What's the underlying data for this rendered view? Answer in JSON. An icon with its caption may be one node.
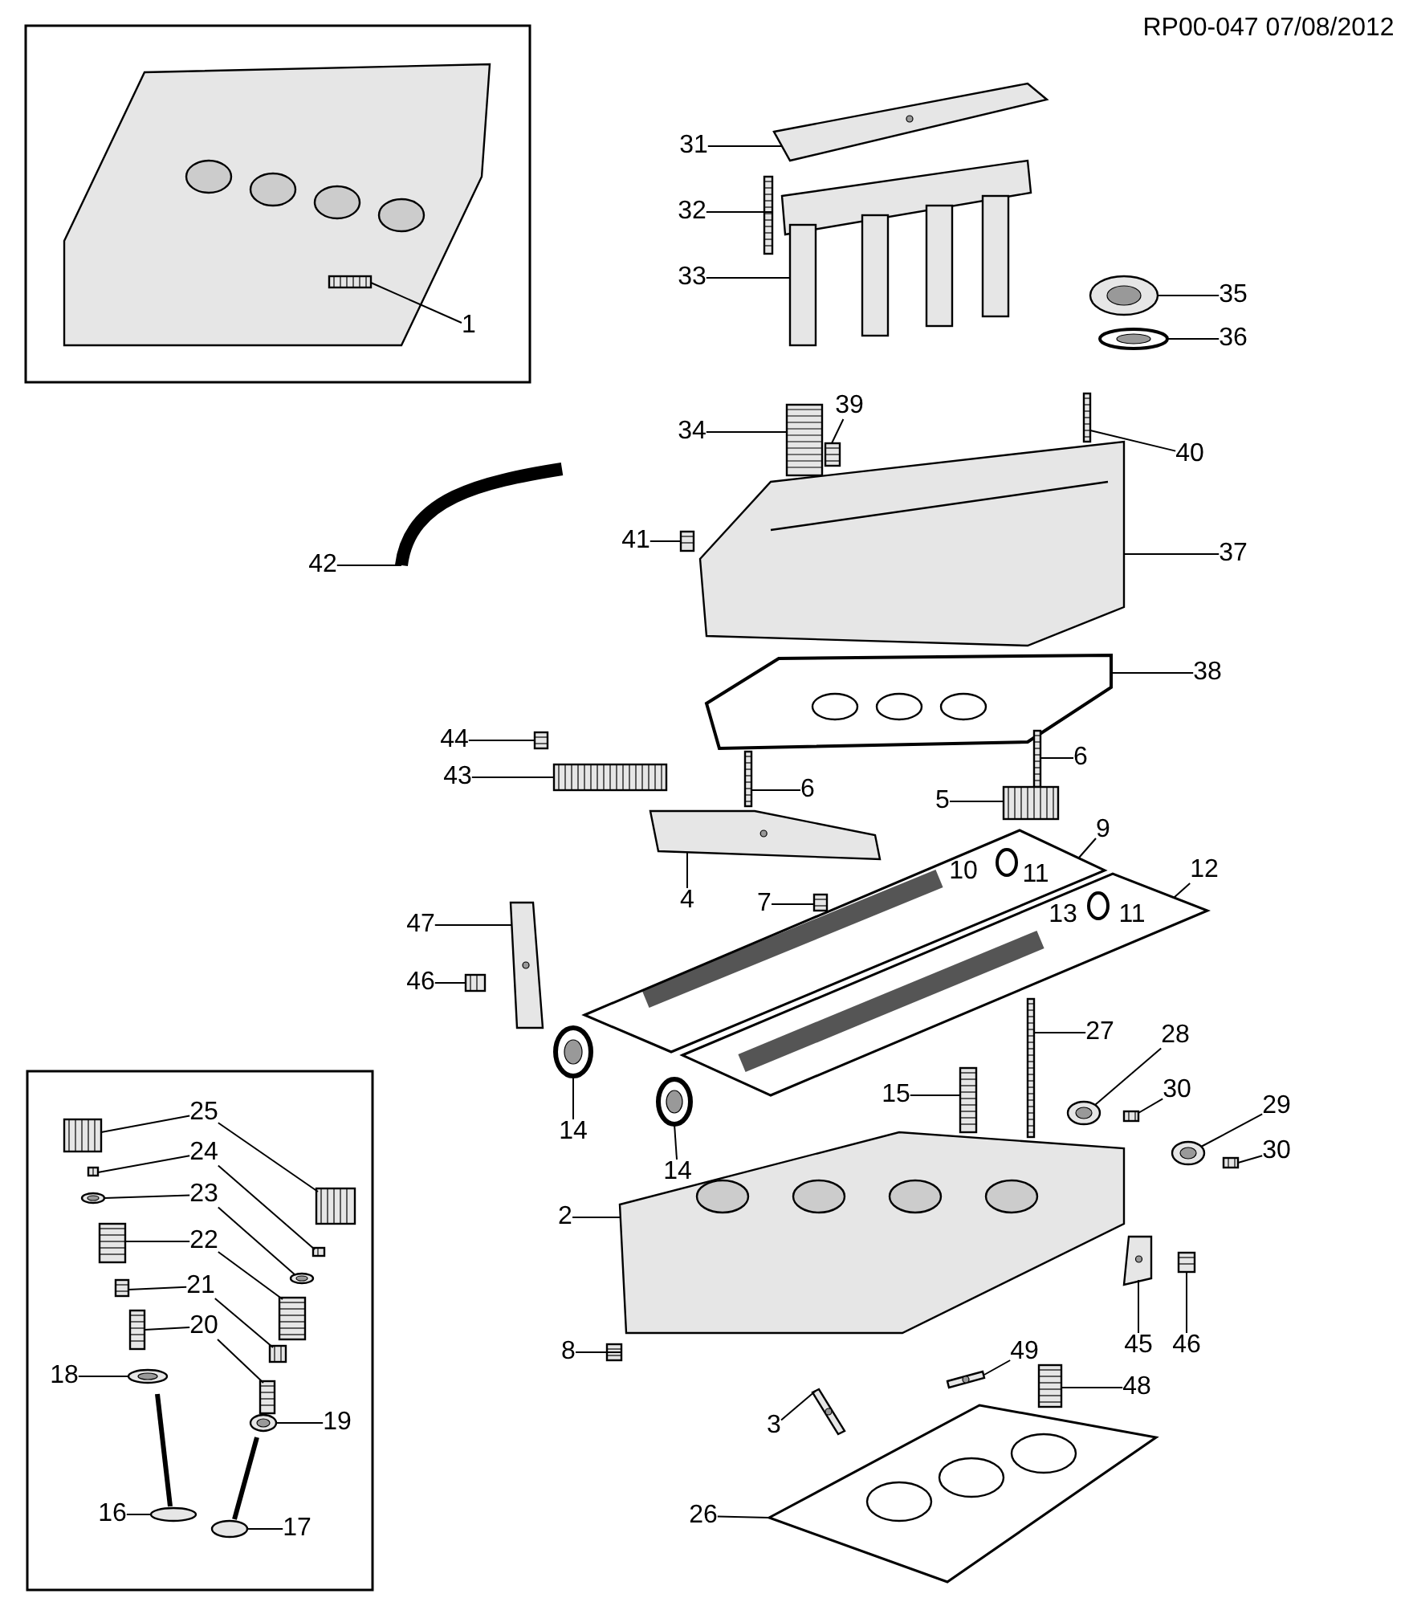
{
  "diagram": {
    "nodes": [
      {
        "text": [
          "31"
        ]
      },
      {
        "text": [
          "32"
        ]
      },
      {
        "text": [
          "33"
        ]
      },
      {
        "text": [
          "35"
        ]
      },
      {
        "text": [
          "1"
        ]
      },
      {
        "text": [
          "36"
        ]
      },
      {
        "text": [
          "39"
        ]
      },
      {
        "text": [
          "34"
        ]
      },
      {
        "text": [
          "40"
        ]
      },
      {
        "text": [
          "41"
        ]
      },
      {
        "text": [
          "37"
        ]
      },
      {
        "text": [
          "42"
        ]
      },
      {
        "text": [
          "38"
        ]
      },
      {
        "text": [
          "44"
        ]
      },
      {
        "text": [
          "6"
        ]
      },
      {
        "text": [
          "43"
        ]
      },
      {
        "text": [
          "6"
        ]
      },
      {
        "text": [
          "5"
        ]
      },
      {
        "text": [
          "9"
        ]
      },
      {
        "text": [
          "12"
        ]
      },
      {
        "text": [
          "4"
        ]
      },
      {
        "text": [
          "7"
        ]
      },
      {
        "text": [
          "47"
        ]
      },
      {
        "text": [
          "46"
        ]
      },
      {
        "text": [
          "27"
        ]
      },
      {
        "text": [
          "28"
        ]
      },
      {
        "text": [
          "30"
        ]
      },
      {
        "text": [
          "15"
        ]
      },
      {
        "text": [
          "29"
        ]
      },
      {
        "text": [
          "25"
        ]
      },
      {
        "text": [
          "14"
        ]
      },
      {
        "text": [
          "30"
        ]
      },
      {
        "text": [
          "24"
        ]
      },
      {
        "text": [
          "14"
        ]
      },
      {
        "text": [
          "23"
        ]
      },
      {
        "text": [
          "2"
        ]
      },
      {
        "text": [
          "22"
        ]
      },
      {
        "text": [
          "21"
        ]
      },
      {
        "text": [
          "20"
        ]
      },
      {
        "text": [
          "45"
        ]
      },
      {
        "text": [
          "46"
        ]
      },
      {
        "text": [
          "49"
        ]
      },
      {
        "text": [
          "8"
        ]
      },
      {
        "text": [
          "18"
        ]
      },
      {
        "text": [
          "48"
        ]
      },
      {
        "text": [
          "19"
        ]
      },
      {
        "text": [
          "3"
        ]
      },
      {
        "text": [
          "16"
        ]
      },
      {
        "text": [
          "26"
        ]
      },
      {
        "text": [
          "17"
        ]
      },
      {
        "text": [],
        "shape": "picture"
      },
      {
        "text": [],
        "shape": "picture"
      },
      {
        "text": [],
        "shape": "picture"
      },
      {
        "text": [],
        "shape": "picture"
      },
      {
        "text": [],
        "shape": "picture"
      },
      {
        "text": [],
        "shape": "picture"
      },
      {
        "text": [],
        "shape": "picture"
      },
      {
        "text": [],
        "shape": "picture"
      },
      {
        "text": [],
        "shape": "picture"
      },
      {
        "text": [],
        "shape": "picture"
      },
      {
        "text": [],
        "shape": "picture"
      },
      {
        "text": [],
        "shape": "picture"
      },
      {
        "text": [],
        "shape": "picture"
      },
      {
        "text": [],
        "shape": "picture"
      },
      {
        "text": [],
        "shape": "picture"
      },
      {
        "text": [],
        "shape": "picture"
      },
      {
        "text": [],
        "shape": "picture"
      },
      {
        "text": [],
        "shape": "picture"
      },
      {
        "text": [],
        "shape": "picture"
      },
      {
        "text": [],
        "shape": "picture"
      },
      {
        "text": [],
        "shape": "picture"
      },
      {
        "text": [],
        "shape": "picture"
      },
      {
        "text": [],
        "shape": "picture"
      },
      {
        "text": [],
        "shape": "picture"
      },
      {
        "text": [],
        "shape": "picture"
      },
      {
        "text": [],
        "shape": "picture"
      },
      {
        "text": [],
        "shape": "picture"
      },
      {
        "text": [],
        "shape": "picture"
      },
      {
        "text": [],
        "shape": "picture"
      },
      {
        "text": [],
        "shape": "picture"
      },
      {
        "text": [],
        "shape": "picture"
      },
      {
        "text": [],
        "shape": "picture"
      },
      {
        "text": [],
        "shape": "picture"
      },
      {
        "text": [],
        "shape": "picture"
      },
      {
        "text": [],
        "shape": "picture"
      },
      {
        "text": [],
        "shape": "picture"
      },
      {
        "text": [],
        "shape": "picture"
      },
      {
        "text": [],
        "shape": "picture"
      },
      {
        "text": [],
        "shape": "picture"
      },
      {
        "text": [],
        "shape": "picture"
      },
      {
        "text": [],
        "shape": "picture"
      },
      {
        "text": [],
        "shape": "picture"
      },
      {
        "text": [],
        "shape": "picture"
      },
      {
        "text": [],
        "shape": "picture"
      },
      {
        "text": [],
        "shape": "picture"
      },
      {
        "text": [],
        "shape": "picture"
      },
      {
        "text": [],
        "shape": "picture"
      },
      {
        "text": [],
        "shape": "picture"
      },
      {
        "text": [],
        "shape": "picture"
      },
      {
        "text": [],
        "shape": "picture"
      },
      {
        "text": [],
        "shape": "picture"
      },
      {
        "text": [],
        "shape": "picture"
      },
      {
        "text": [],
        "shape": "picture"
      },
      {
        "text": [],
        "shape": "picture"
      },
      {
        "text": [],
        "shape": "picture"
      },
      {
        "text": [],
        "shape": "picture"
      }
    ],
    "edges": [
      {
        "from": 0,
        "to": 50,
        "arrow": "none"
      },
      {
        "from": 1,
        "to": 51,
        "arrow": "none"
      },
      {
        "from": 2,
        "to": 52,
        "arrow": "none"
      },
      {
        "from": 3,
        "to": 53,
        "arrow": "none"
      },
      {
        "from": 4,
        "to": 54,
        "arrow": "none"
      },
      {
        "from": 5,
        "to": 55,
        "arrow": "none"
      },
      {
        "from": 6,
        "to": 56,
        "arrow": "none"
      },
      {
        "from": 7,
        "to": 57,
        "arrow": "none"
      },
      {
        "from": 8,
        "to": 58,
        "arrow": "none"
      },
      {
        "from": 9,
        "to": 59,
        "arrow": "none"
      },
      {
        "from": 10,
        "to": 60,
        "arrow": "none"
      },
      {
        "from": 11,
        "to": 61,
        "arrow": "none"
      },
      {
        "from": 12,
        "to": 62,
        "arrow": "none"
      },
      {
        "from": 13,
        "to": 63,
        "arrow": "none"
      },
      {
        "from": 14,
        "to": 64,
        "arrow": "none"
      },
      {
        "from": 15,
        "to": 65,
        "arrow": "none"
      },
      {
        "from": 16,
        "to": 66,
        "arrow": "none"
      },
      {
        "from": 17,
        "to": 67,
        "arrow": "none"
      },
      {
        "from": 18,
        "to": 68,
        "arrow": "none"
      },
      {
        "from": 19,
        "to": 69,
        "arrow": "none"
      },
      {
        "from": 20,
        "to": 70,
        "arrow": "none"
      },
      {
        "from": 21,
        "to": 71,
        "arrow": "none"
      },
      {
        "from": 22,
        "to": 72,
        "arrow": "none"
      },
      {
        "from": 23,
        "to": 73,
        "arrow": "none"
      },
      {
        "from": 24,
        "to": 74,
        "arrow": "none"
      },
      {
        "from": 25,
        "to": 75,
        "arrow": "none"
      },
      {
        "from": 26,
        "to": 76,
        "arrow": "none"
      },
      {
        "from": 27,
        "to": 77,
        "arrow": "none"
      },
      {
        "from": 28,
        "to": 78,
        "arrow": "none"
      },
      {
        "from": 29,
        "to": 79,
        "arrow": "none"
      },
      {
        "from": 29,
        "to": 80,
        "arrow": "none"
      },
      {
        "from": 30,
        "to": 81,
        "arrow": "none"
      },
      {
        "from": 31,
        "to": 82,
        "arrow": "none"
      },
      {
        "from": 32,
        "to": 83,
        "arrow": "none"
      },
      {
        "from": 32,
        "to": 84,
        "arrow": "none"
      },
      {
        "from": 33,
        "to": 85,
        "arrow": "none"
      },
      {
        "from": 34,
        "to": 86,
        "arrow": "none"
      },
      {
        "from": 34,
        "to": 87,
        "arrow": "none"
      },
      {
        "from": 35,
        "to": 88,
        "arrow": "none"
      },
      {
        "from": 36,
        "to": 89,
        "arrow": "none"
      },
      {
        "from": 36,
        "to": 90,
        "arrow": "none"
      },
      {
        "from": 37,
        "to": 91,
        "arrow": "none"
      },
      {
        "from": 37,
        "to": 92,
        "arrow": "none"
      },
      {
        "from": 38,
        "to": 93,
        "arrow": "none"
      },
      {
        "from": 38,
        "to": 94,
        "arrow": "none"
      },
      {
        "from": 39,
        "to": 95,
        "arrow": "none"
      },
      {
        "from": 40,
        "to": 96,
        "arrow": "none"
      },
      {
        "from": 41,
        "to": 97,
        "arrow": "none"
      },
      {
        "from": 42,
        "to": 98,
        "arrow": "none"
      },
      {
        "from": 43,
        "to": 99,
        "arrow": "none"
      },
      {
        "from": 44,
        "to": 100,
        "arrow": "none"
      },
      {
        "from": 45,
        "to": 101,
        "arrow": "none"
      },
      {
        "from": 46,
        "to": 102,
        "arrow": "none"
      },
      {
        "from": 47,
        "to": 103,
        "arrow": "none"
      },
      {
        "from": 48,
        "to": 104,
        "arrow": "none"
      },
      {
        "from": 49,
        "to": 105,
        "arrow": "none"
      }
    ],
    "labels": [
      "RP00-047 07/08/2012",
      "10",
      "11",
      "13",
      "11"
    ]
  }
}
